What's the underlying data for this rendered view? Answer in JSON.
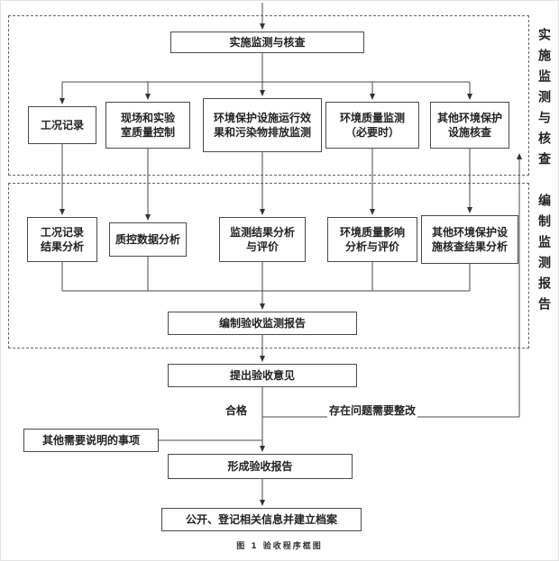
{
  "caption": "图 1  验收程序框图",
  "sections": {
    "monitoring": {
      "side_label": "实施监测与核查"
    },
    "report": {
      "side_label": "编制监测报告"
    }
  },
  "nodes": {
    "implement": "实施监测与核查",
    "row1": [
      "工况记录",
      "现场和实验\n室质量控制",
      "环境保护设施运行效\n果和污染物排放监测",
      "环境质量监测\n（必要时）",
      "其他环境保护\n设施核查"
    ],
    "row2": [
      "工况记录\n结果分析",
      "质控数据分析",
      "监测结果分析\n与评价",
      "环境质量影响\n分析与评价",
      "其他环境保护设\n施核查结果分析"
    ],
    "compile_report": "编制验收监测报告",
    "opinion": "提出验收意见",
    "other_matters": "其他需要说明的事项",
    "form_report": "形成验收报告",
    "publish": "公开、登记相关信息并建立档案"
  },
  "edge_labels": {
    "pass": "合格",
    "rework": "存在问题需要整改"
  }
}
